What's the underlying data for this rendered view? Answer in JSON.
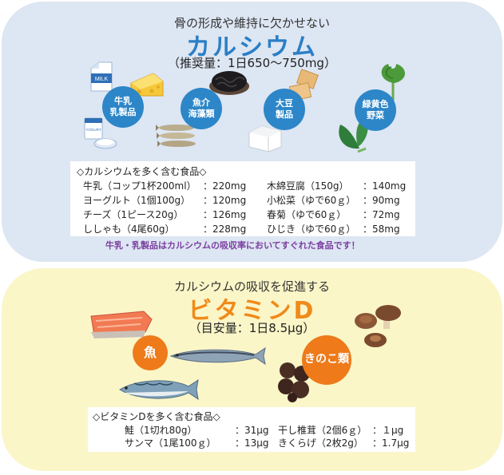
{
  "calcium": {
    "subtitle": "骨の形成や維持に欠かせない",
    "title": "カルシウム",
    "goal": "（推奨量：1日650〜750mg）",
    "categories": [
      "牛乳\n乳製品",
      "魚介\n海藻類",
      "大豆\n製品",
      "緑黄色\n野菜"
    ],
    "milk_label": "MILK",
    "yogurt_label": "YOGURT",
    "table_heading": "◇カルシウムを多く含む食品◇",
    "rows_left": [
      {
        "food": "牛乳（コップ1杯200ml）",
        "value": "：220mg"
      },
      {
        "food": "ヨーグルト（1個100g）",
        "value": "：120mg"
      },
      {
        "food": "チーズ（1ピース20g）",
        "value": "：126mg"
      },
      {
        "food": "ししゃも（4尾60g）",
        "value": "：228mg"
      }
    ],
    "rows_right": [
      {
        "food": "木綿豆腐（150g）",
        "value": "：140mg"
      },
      {
        "food": "小松菜（ゆで60ｇ）",
        "value": "：90mg"
      },
      {
        "food": "春菊（ゆで60ｇ）",
        "value": "：72mg"
      },
      {
        "food": "ひじき（ゆで60ｇ）",
        "value": "：58mg"
      }
    ],
    "note": "牛乳・乳製品はカルシウムの吸収率においてすぐれた食品です！"
  },
  "vitamin_d": {
    "subtitle": "カルシウムの吸収を促進する",
    "title": "ビタミンD",
    "goal": "（目安量：1日8.5μg）",
    "categories": [
      "魚",
      "きのこ類"
    ],
    "table_heading": "◇ビタミンDを多く含む食品◇",
    "rows_left": [
      {
        "food": "鮭（1切れ80g）",
        "value": "：31μg"
      },
      {
        "food": "サンマ（1尾100ｇ）",
        "value": "：13μg"
      }
    ],
    "rows_right": [
      {
        "food": "干し椎茸（2個6ｇ）",
        "value": "：１μg"
      },
      {
        "food": "きくらげ（2枚2g）",
        "value": "：1.7μg"
      }
    ]
  },
  "colors": {
    "calcium_bg": "#dde6f3",
    "calcium_title": "#2a7fc6",
    "vitd_bg": "#fbf6c8",
    "vitd_title": "#f08a1a",
    "category_blue": "#2c86c8",
    "category_orange": "#ee7a1a",
    "note_purple": "#7b3fa0"
  }
}
